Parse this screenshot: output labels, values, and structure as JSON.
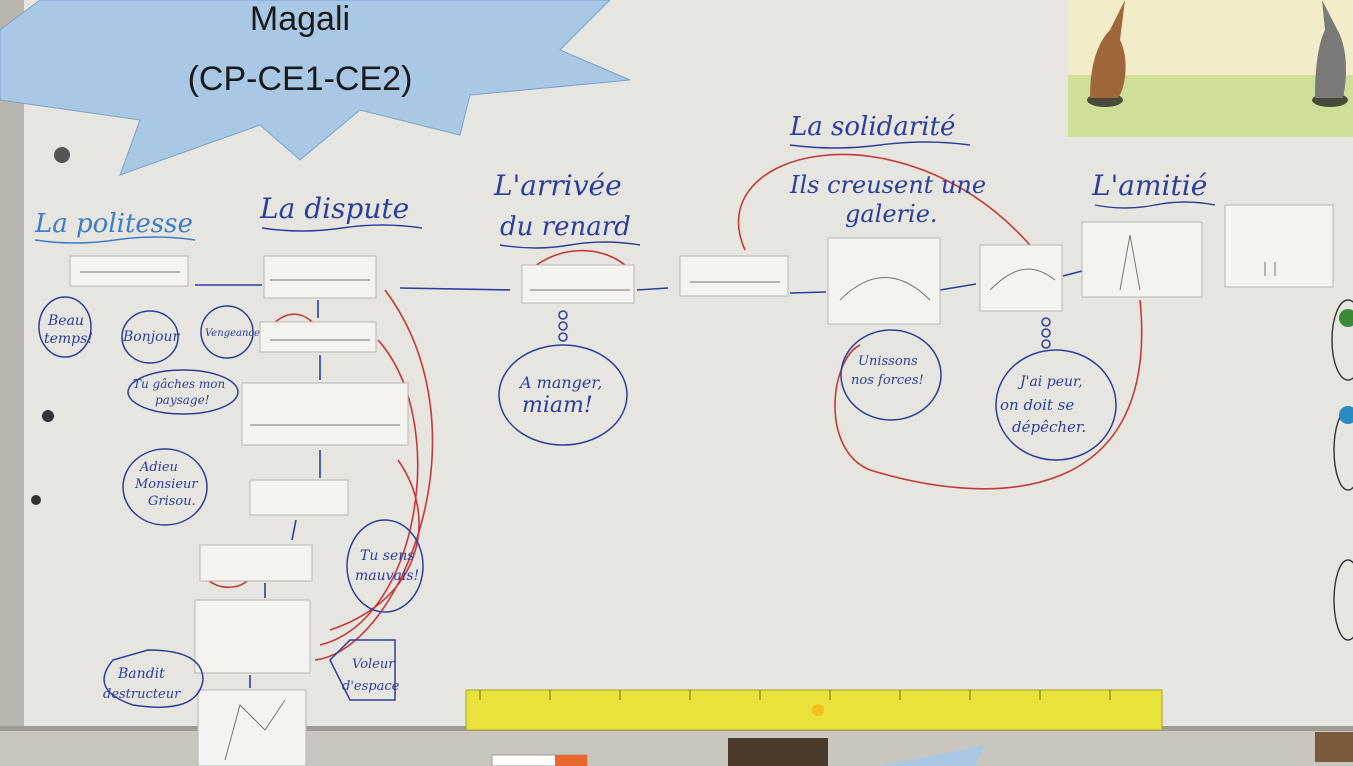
{
  "callout": {
    "line1": "Magali",
    "line2": "(CP-CE1-CE2)"
  },
  "titles": {
    "politesse": "La politesse",
    "dispute": "La dispute",
    "arrivee_1": "L'arrivée",
    "arrivee_2": "du renard",
    "solidarite": "La solidarité",
    "creusent_1": "Ils creusent une",
    "creusent_2": "galerie.",
    "amitie": "L'amitié"
  },
  "bubbles": {
    "beau_temps": [
      "Beau",
      "temps!"
    ],
    "bonjour": [
      "Bonjour"
    ],
    "vengeance": [
      "Vengeance"
    ],
    "gaches": [
      "Tu gâches mon",
      "paysage!"
    ],
    "adieu": [
      "Adieu",
      "Monsieur",
      "Grisou."
    ],
    "tu_sens": [
      "Tu sens",
      "mauvais!"
    ],
    "bandit": [
      "Bandit",
      "destructeur"
    ],
    "voleur": [
      "Voleur",
      "d'espace"
    ],
    "manger": [
      "A manger,",
      "miam!"
    ],
    "unissons": [
      "Unissons",
      "nos forces!"
    ],
    "jai_peur": [
      "J'ai peur,",
      "on doit se",
      "dépêcher."
    ]
  },
  "colors": {
    "board": "#e9e7e1",
    "ink_blue": "#2b3f9c",
    "ink_red": "#c43a3a",
    "callout": "#a9c8e6",
    "ruler": "#e8e23a"
  }
}
